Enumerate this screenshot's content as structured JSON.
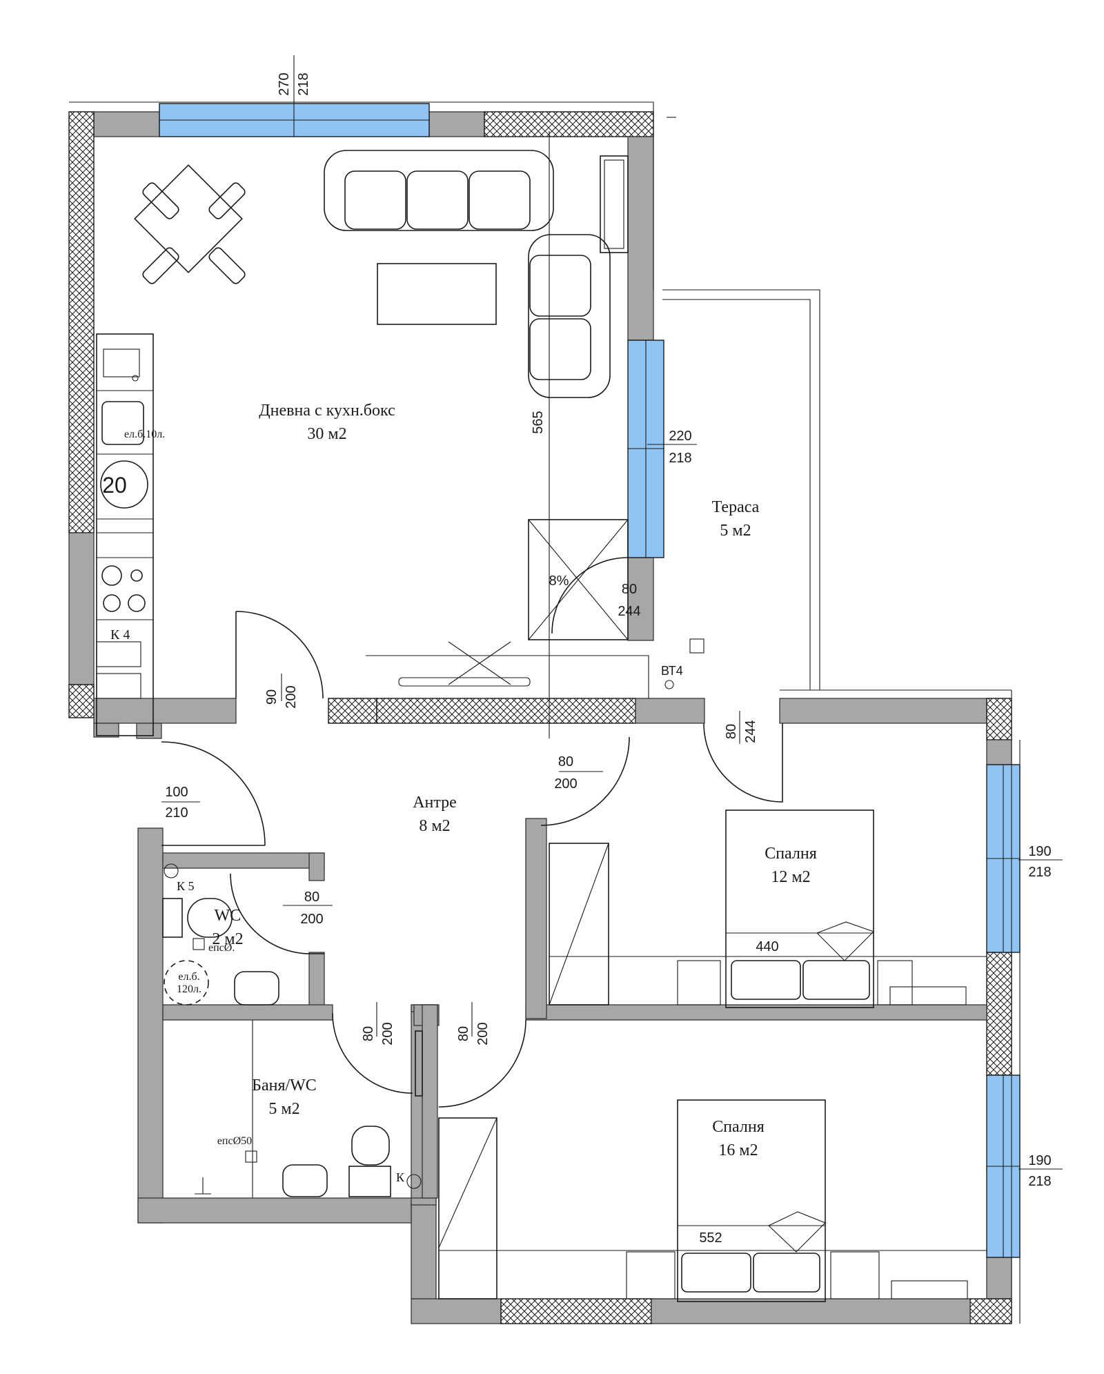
{
  "rooms": {
    "living": {
      "name": "Дневна с кухн.бокс",
      "area": "30 м2"
    },
    "terrace": {
      "name": "Тераса",
      "area": "5 м2"
    },
    "hall": {
      "name": "Антре",
      "area": "8 м2"
    },
    "bedroom1": {
      "name": "Спалня",
      "area": "12 м2"
    },
    "bedroom2": {
      "name": "Спалня",
      "area": "16 м2"
    },
    "wc": {
      "name": "WC",
      "area": "2 м2"
    },
    "bath": {
      "name": "Баня/WC",
      "area": "5 м2"
    }
  },
  "dimensions": {
    "top_window": {
      "w": "270",
      "h": "218"
    },
    "living_height": "565",
    "east_window": {
      "w": "220",
      "h": "218"
    },
    "terrace_door": {
      "w": "80",
      "h": "244"
    },
    "slope": "8%",
    "living_door": {
      "w": "90",
      "h": "200"
    },
    "bed1_terrace_door": {
      "w": "80",
      "h": "244"
    },
    "hall_door": {
      "w": "80",
      "h": "200"
    },
    "entrance_door": {
      "w": "100",
      "h": "210"
    },
    "bed1_window": {
      "w": "190",
      "h": "218"
    },
    "wc_door": {
      "w": "80",
      "h": "200"
    },
    "bath_door": {
      "w": "80",
      "h": "200"
    },
    "bed2_door": {
      "w": "80",
      "h": "200"
    },
    "bed2_window": {
      "w": "190",
      "h": "218"
    },
    "bed1_bed": "440",
    "bed2_bed": "552"
  },
  "fixtures": {
    "boiler_kitchen": "ел.б.10л.",
    "hob_number": "20",
    "k4": "К 4",
    "bt4": "ВТ4",
    "k5": "К 5",
    "eps_wc": "епсØ.",
    "boiler_wc_1": "ел.б.",
    "boiler_wc_2": "120л.",
    "eps_bath": "епсØ50",
    "k_bath": "К"
  },
  "colors": {
    "wall": "#a7a7a7",
    "window": "#8ec3f2",
    "line": "#1a1a1a"
  }
}
